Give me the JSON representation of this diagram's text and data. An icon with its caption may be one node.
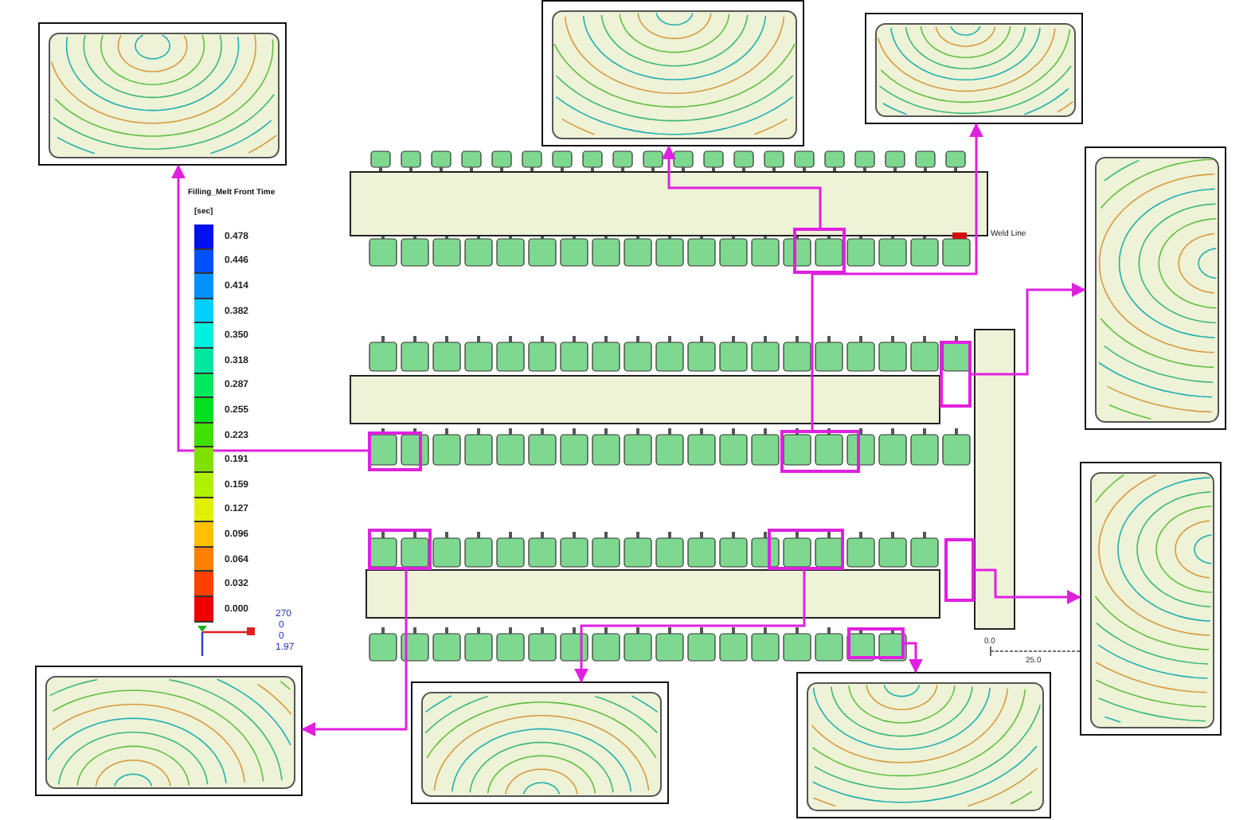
{
  "diagram": {
    "nodes": [
      {
        "text": [],
        "shape": "picture"
      },
      {
        "text": [],
        "shape": "picture"
      },
      {
        "text": [],
        "shape": "picture"
      },
      {
        "text": [],
        "shape": "picture"
      },
      {
        "text": [],
        "shape": "picture"
      },
      {
        "text": [],
        "shape": "picture"
      },
      {
        "text": [],
        "shape": "picture"
      },
      {
        "text": [],
        "shape": "picture"
      },
      {
        "text": [],
        "shape": "box"
      },
      {
        "text": [],
        "shape": "box"
      },
      {
        "text": [],
        "shape": "box"
      },
      {
        "text": [],
        "shape": "box"
      },
      {
        "text": [],
        "shape": "box"
      },
      {
        "text": [],
        "shape": "box"
      },
      {
        "text": [],
        "shape": "box"
      },
      {
        "text": [],
        "shape": "box"
      }
    ],
    "edges": [
      {
        "from": 8,
        "to": 0,
        "arrow": "to"
      },
      {
        "from": 9,
        "to": 1,
        "arrow": "to"
      },
      {
        "from": 10,
        "to": 2,
        "arrow": "to"
      },
      {
        "from": 11,
        "to": 3,
        "arrow": "to"
      },
      {
        "from": 12,
        "to": 4,
        "arrow": "to"
      },
      {
        "from": 13,
        "to": 5,
        "arrow": "to"
      },
      {
        "from": 14,
        "to": 6,
        "arrow": "to"
      },
      {
        "from": 15,
        "to": 7,
        "arrow": "to"
      }
    ],
    "labels": [
      "Filling_Melt Front Time",
      "[sec]",
      "Weld Line",
      "270",
      "0",
      "0",
      "1.97",
      "0.0",
      "25.0"
    ],
    "legend": [
      {
        "text": "0.478",
        "color": "#0010f0"
      },
      {
        "text": "0.446",
        "color": "#0050ff"
      },
      {
        "text": "0.414",
        "color": "#0090ff"
      },
      {
        "text": "0.382",
        "color": "#00d0ff"
      },
      {
        "text": "0.350",
        "color": "#00f0e0"
      },
      {
        "text": "0.318",
        "color": "#00e8a0"
      },
      {
        "text": "0.287",
        "color": "#00e860"
      },
      {
        "text": "0.255",
        "color": "#00e020"
      },
      {
        "text": "0.223",
        "color": "#40e000"
      },
      {
        "text": "0.191",
        "color": "#80e000"
      },
      {
        "text": "0.159",
        "color": "#b0f000"
      },
      {
        "text": "0.127",
        "color": "#e0f000"
      },
      {
        "text": "0.096",
        "color": "#ffc000"
      },
      {
        "text": "0.064",
        "color": "#ff8000"
      },
      {
        "text": "0.032",
        "color": "#ff4000"
      },
      {
        "text": "0.000",
        "color": "#f00000"
      }
    ]
  }
}
